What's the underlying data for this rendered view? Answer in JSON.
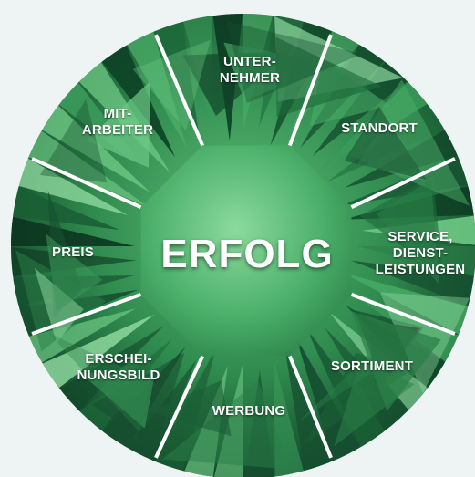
{
  "diagram": {
    "center_label": "ERFOLG",
    "segments": [
      {
        "label": "UNTER-\nNEHMER"
      },
      {
        "label": "STANDORT"
      },
      {
        "label": "SERVICE,\nDIENST-\nLEISTUNGEN"
      },
      {
        "label": "SORTIMENT"
      },
      {
        "label": "WERBUNG"
      },
      {
        "label": "ERSCHEI-\nNUNGSBILD"
      },
      {
        "label": "PREIS"
      },
      {
        "label": "MIT-\nARBEITER"
      }
    ],
    "colors": {
      "gem_dark": "#0d3b22",
      "gem_mid": "#2f8a4e",
      "gem_light": "#7fcf8c",
      "octagon": "#4bb06a",
      "divider": "#ffffff",
      "background": "#eef3f4"
    }
  }
}
